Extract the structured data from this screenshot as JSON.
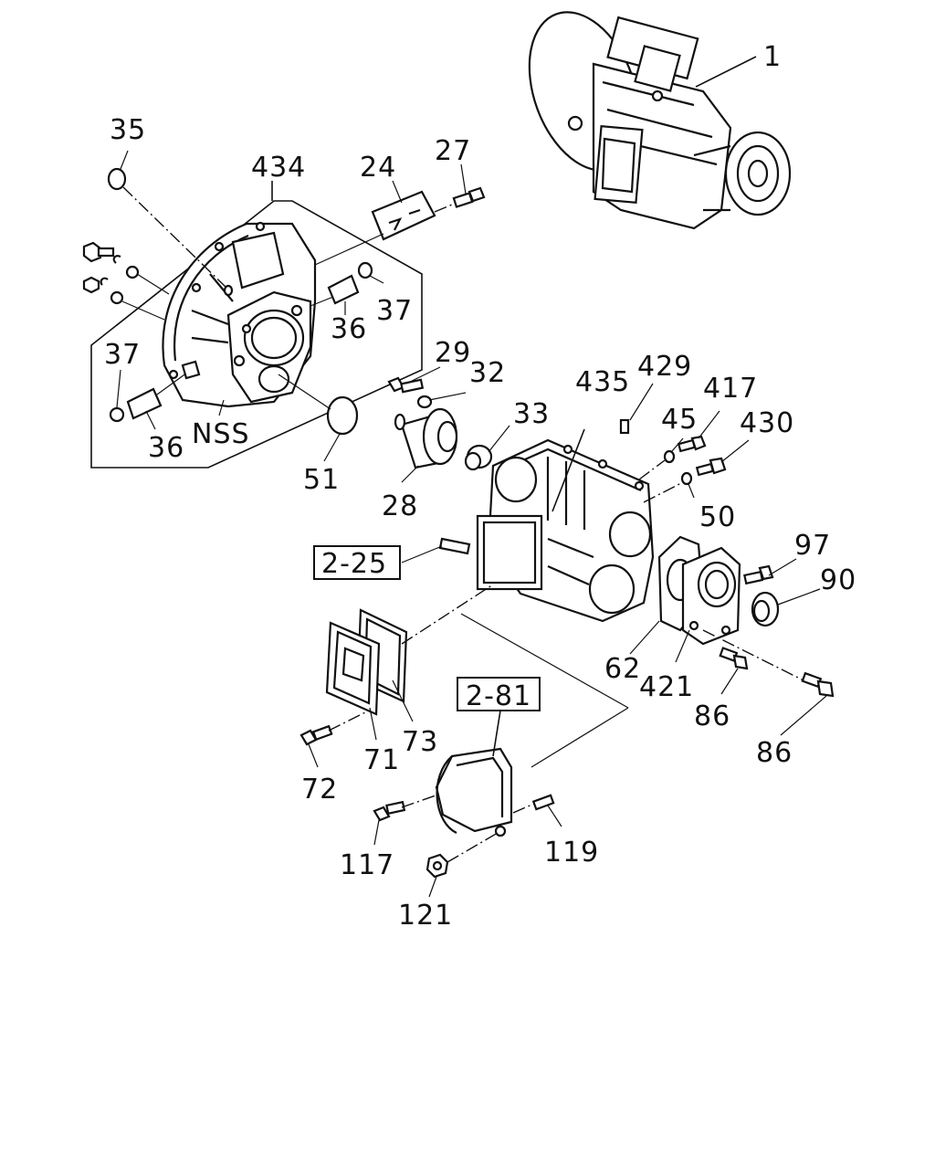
{
  "labels": {
    "p1": "1",
    "p35": "35",
    "p434": "434",
    "p24": "24",
    "p27": "27",
    "p37a": "37",
    "p36a": "36",
    "p37b": "37",
    "p36b": "36",
    "nss": "NSS",
    "p51": "51",
    "p29": "29",
    "p32": "32",
    "p33": "33",
    "p435": "435",
    "p429": "429",
    "p417": "417",
    "p45": "45",
    "p430": "430",
    "p28": "28",
    "p50": "50",
    "ref225": "2-25",
    "p97": "97",
    "p90": "90",
    "p62": "62",
    "p421": "421",
    "p86a": "86",
    "p86b": "86",
    "ref281": "2-81",
    "p73": "73",
    "p71": "71",
    "p72": "72",
    "p117": "117",
    "p119": "119",
    "p121": "121"
  }
}
